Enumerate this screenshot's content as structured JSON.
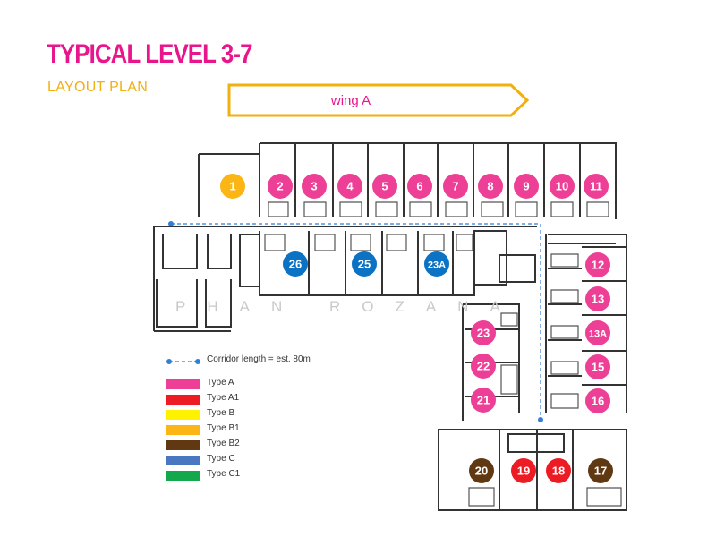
{
  "header": {
    "title": "TYPICAL LEVEL 3-7",
    "subtitle": "LAYOUT PLAN",
    "wing_label": "wing A"
  },
  "watermark": "PHAN ROZANA",
  "legend": {
    "corridor": "Corridor length = est. 80m",
    "items": [
      {
        "label": "Type A",
        "color": "#ee3f97"
      },
      {
        "label": "Type A1",
        "color": "#ed1c24"
      },
      {
        "label": "Type B",
        "color": "#fff200"
      },
      {
        "label": "Type B1",
        "color": "#fbb616"
      },
      {
        "label": "Type B2",
        "color": "#603913"
      },
      {
        "label": "Type C",
        "color": "#4a78c0"
      },
      {
        "label": "Type C1",
        "color": "#13a84b"
      }
    ]
  },
  "units": [
    {
      "label": "1",
      "type": "Type B1"
    },
    {
      "label": "2",
      "type": "Type A"
    },
    {
      "label": "3",
      "type": "Type A"
    },
    {
      "label": "4",
      "type": "Type A"
    },
    {
      "label": "5",
      "type": "Type A"
    },
    {
      "label": "6",
      "type": "Type A"
    },
    {
      "label": "7",
      "type": "Type A"
    },
    {
      "label": "8",
      "type": "Type A"
    },
    {
      "label": "9",
      "type": "Type A"
    },
    {
      "label": "10",
      "type": "Type A"
    },
    {
      "label": "11",
      "type": "Type A"
    },
    {
      "label": "26",
      "type": "Type C"
    },
    {
      "label": "25",
      "type": "Type C"
    },
    {
      "label": "23A",
      "type": "Type C"
    },
    {
      "label": "12",
      "type": "Type A"
    },
    {
      "label": "13",
      "type": "Type A"
    },
    {
      "label": "13A",
      "type": "Type A"
    },
    {
      "label": "15",
      "type": "Type A"
    },
    {
      "label": "16",
      "type": "Type A"
    },
    {
      "label": "23",
      "type": "Type A"
    },
    {
      "label": "22",
      "type": "Type A"
    },
    {
      "label": "21",
      "type": "Type A"
    },
    {
      "label": "20",
      "type": "Type B2"
    },
    {
      "label": "19",
      "type": "Type A1"
    },
    {
      "label": "18",
      "type": "Type A1"
    },
    {
      "label": "17",
      "type": "Type B2"
    }
  ],
  "colors": {
    "title": "#e8158c",
    "subtitle": "#f2b00f",
    "wing_arrow": "#f2b00f",
    "corridor": "#2f7fd6",
    "wall": "#333333",
    "unit_c_fill": "#0b72c4"
  }
}
